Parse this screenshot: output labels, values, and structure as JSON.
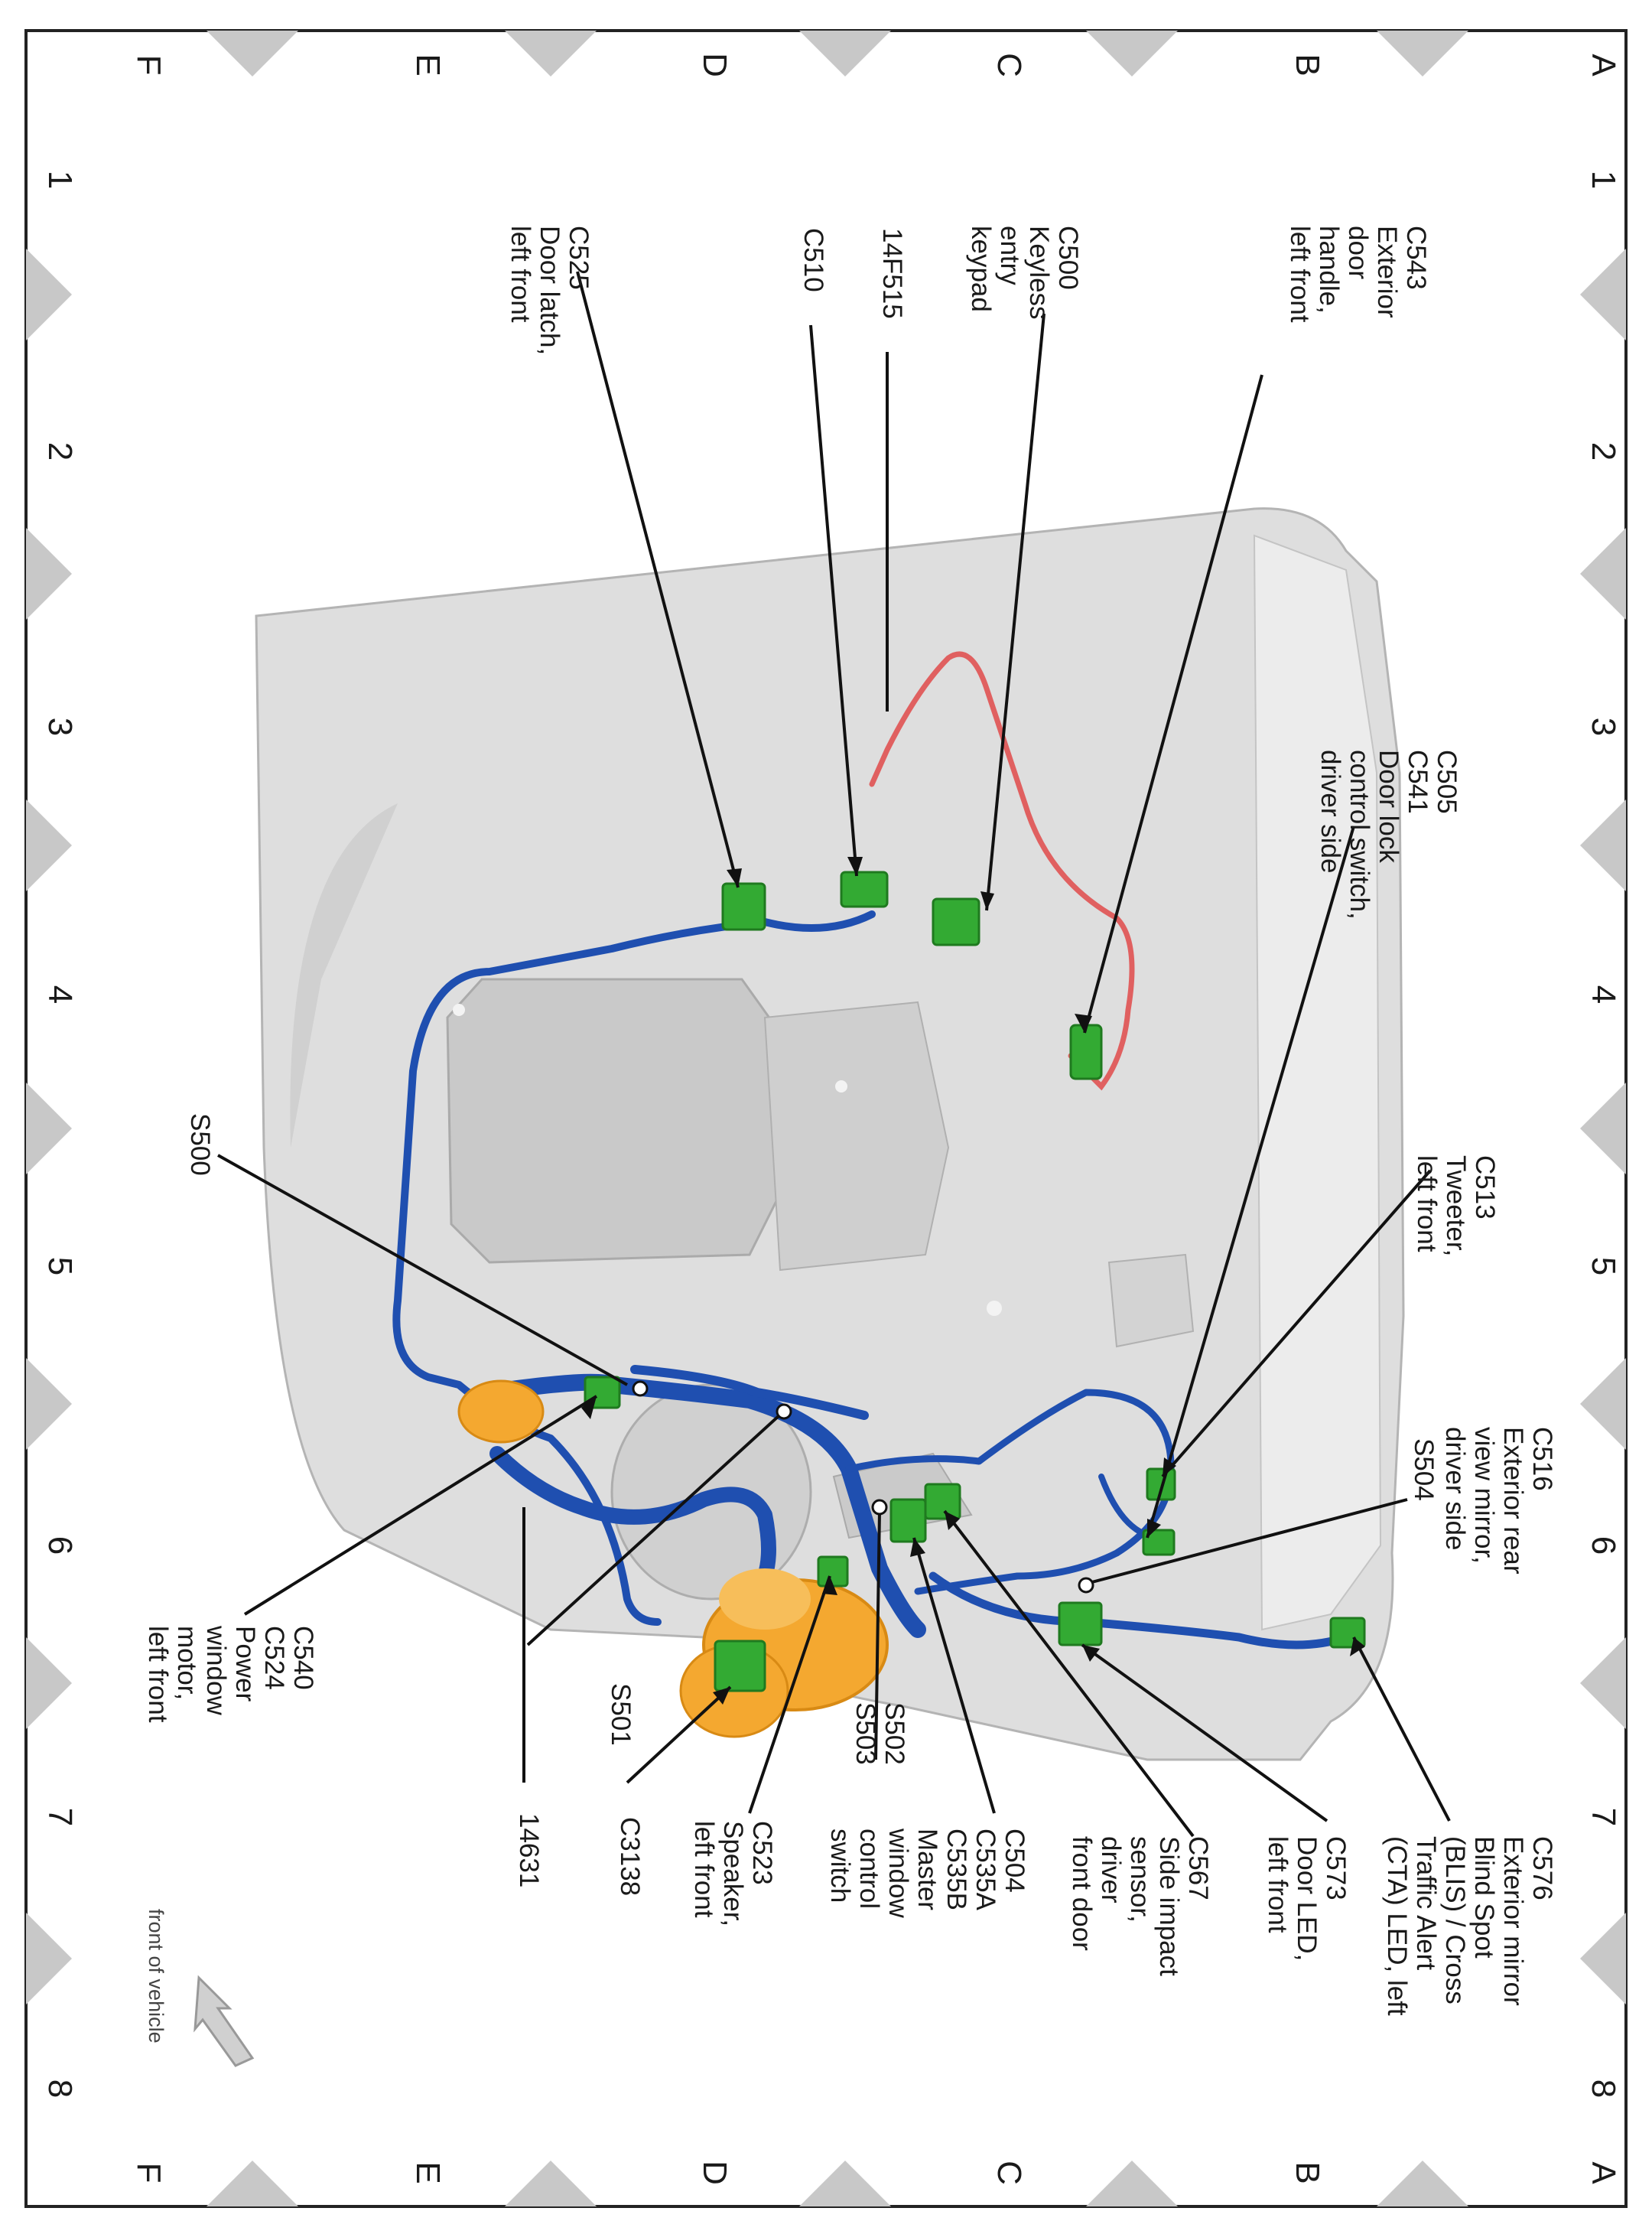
{
  "border": {
    "letters_top": [
      "A",
      "B",
      "C",
      "D",
      "E",
      "F"
    ],
    "letters_bottom": [
      "A",
      "B",
      "C",
      "D",
      "E",
      "F"
    ],
    "numbers_right": [
      "1",
      "2",
      "3",
      "4",
      "5",
      "6",
      "7",
      "8"
    ],
    "numbers_left": [
      "1",
      "2",
      "3",
      "4",
      "5",
      "6",
      "7",
      "8"
    ],
    "marker_color": "#c8c8c8"
  },
  "orientation_note": "front of vehicle",
  "harness_colors": {
    "main": "#1f4fb0",
    "red_circuit": "#e06060",
    "connector": "#33aa33",
    "speaker": "#f4a830",
    "panel": "#dcdcdc"
  },
  "callouts": {
    "c543": [
      "C543",
      "Exterior",
      "door",
      "handle,",
      "left front"
    ],
    "c500": [
      "C500",
      "Keyless",
      "entry",
      "keypad"
    ],
    "p14f515": [
      "14F515"
    ],
    "c510": [
      "C510"
    ],
    "c525": [
      "C525",
      "Door latch,",
      "left front"
    ],
    "c505": [
      "C505",
      "C541",
      "Door lock",
      "control switch,",
      "driver side"
    ],
    "c513": [
      "C513",
      "Tweeter,",
      "left front"
    ],
    "c516": [
      "C516",
      "Exterior rear",
      "view mirror,",
      "driver side"
    ],
    "s504": [
      "S504"
    ],
    "s500": [
      "S500"
    ],
    "c576": [
      "C576",
      "Exterior mirror",
      "Blind Spot",
      "(BLIS) / Cross",
      "Traffic Alert",
      "(CTA) LED, left"
    ],
    "c573": [
      "C573",
      "Door LED,",
      "left front"
    ],
    "c567": [
      "C567",
      "Side impact",
      "sensor,",
      "driver",
      "front door"
    ],
    "c504": [
      "C504",
      "C535A",
      "C535B",
      "Master",
      "window",
      "control",
      "switch"
    ],
    "s502": [
      "S502",
      "S503"
    ],
    "c523": [
      "C523",
      "Speaker,",
      "left front"
    ],
    "c3138": [
      "C3138"
    ],
    "s501": [
      "S501"
    ],
    "p14631": [
      "14631"
    ],
    "c540": [
      "C540",
      "C524",
      "Power",
      "window",
      "motor,",
      "left front"
    ]
  }
}
